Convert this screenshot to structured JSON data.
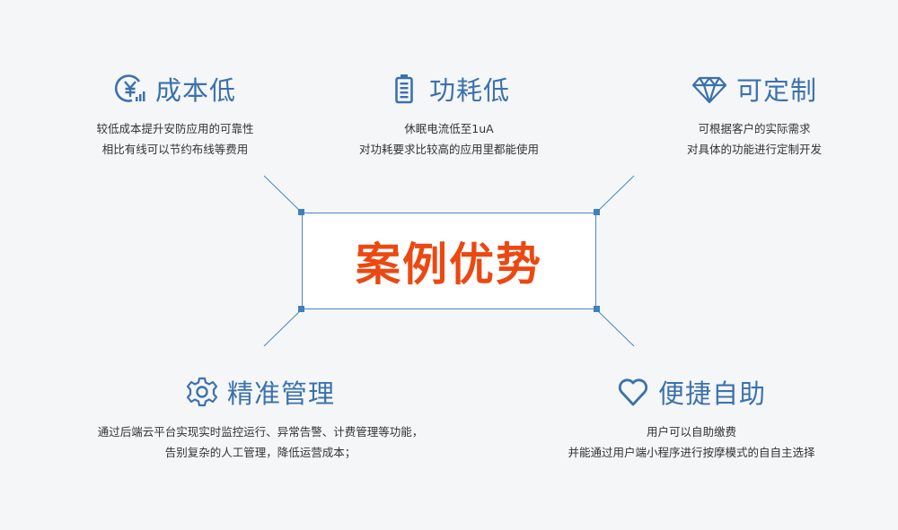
{
  "center": {
    "title": "案例优势"
  },
  "features": {
    "cost": {
      "icon": "yuan-coin-icon",
      "title": "成本低",
      "lines": [
        "较低成本提升安防应用的可靠性",
        "相比有线可以节约布线等费用"
      ]
    },
    "power": {
      "icon": "battery-icon",
      "title": "功耗低",
      "lines": [
        "休眠电流低至1uA",
        "对功耗要求比较高的应用里都能使用"
      ]
    },
    "custom": {
      "icon": "diamond-icon",
      "title": "可定制",
      "lines": [
        "可根据客户的实际需求",
        "对具体的功能进行定制开发"
      ]
    },
    "manage": {
      "icon": "gear-icon",
      "title": "精准管理",
      "lines": [
        "通过后端云平台实现实时监控运行、异常告警、计费管理等功能，",
        "告别复杂的人工管理，降低运营成本；"
      ]
    },
    "self": {
      "icon": "heart-icon",
      "title": "便捷自助",
      "lines": [
        "用户可以自助缴费",
        "并能通过用户端小程序进行按摩模式的自自主选择"
      ]
    }
  },
  "colors": {
    "accent": "#3b71ad",
    "highlight": "#ec4811",
    "background": "#f5f6f7"
  }
}
